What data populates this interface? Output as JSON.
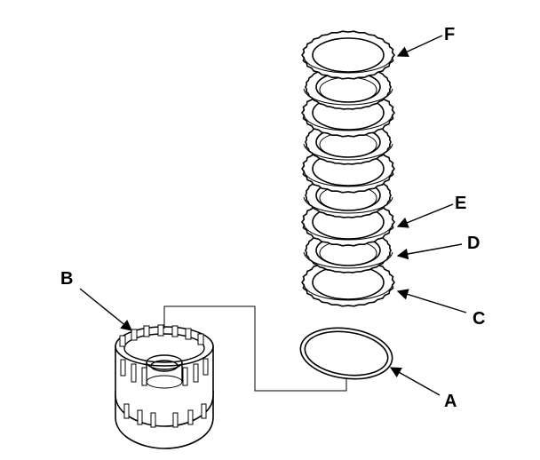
{
  "callouts": {
    "a": "A",
    "b": "B",
    "c": "C",
    "d": "D",
    "e": "E",
    "f": "F"
  },
  "colors": {
    "line": "#000000",
    "background": "#ffffff"
  },
  "icons": {
    "arrow": "callout-arrow-icon"
  }
}
